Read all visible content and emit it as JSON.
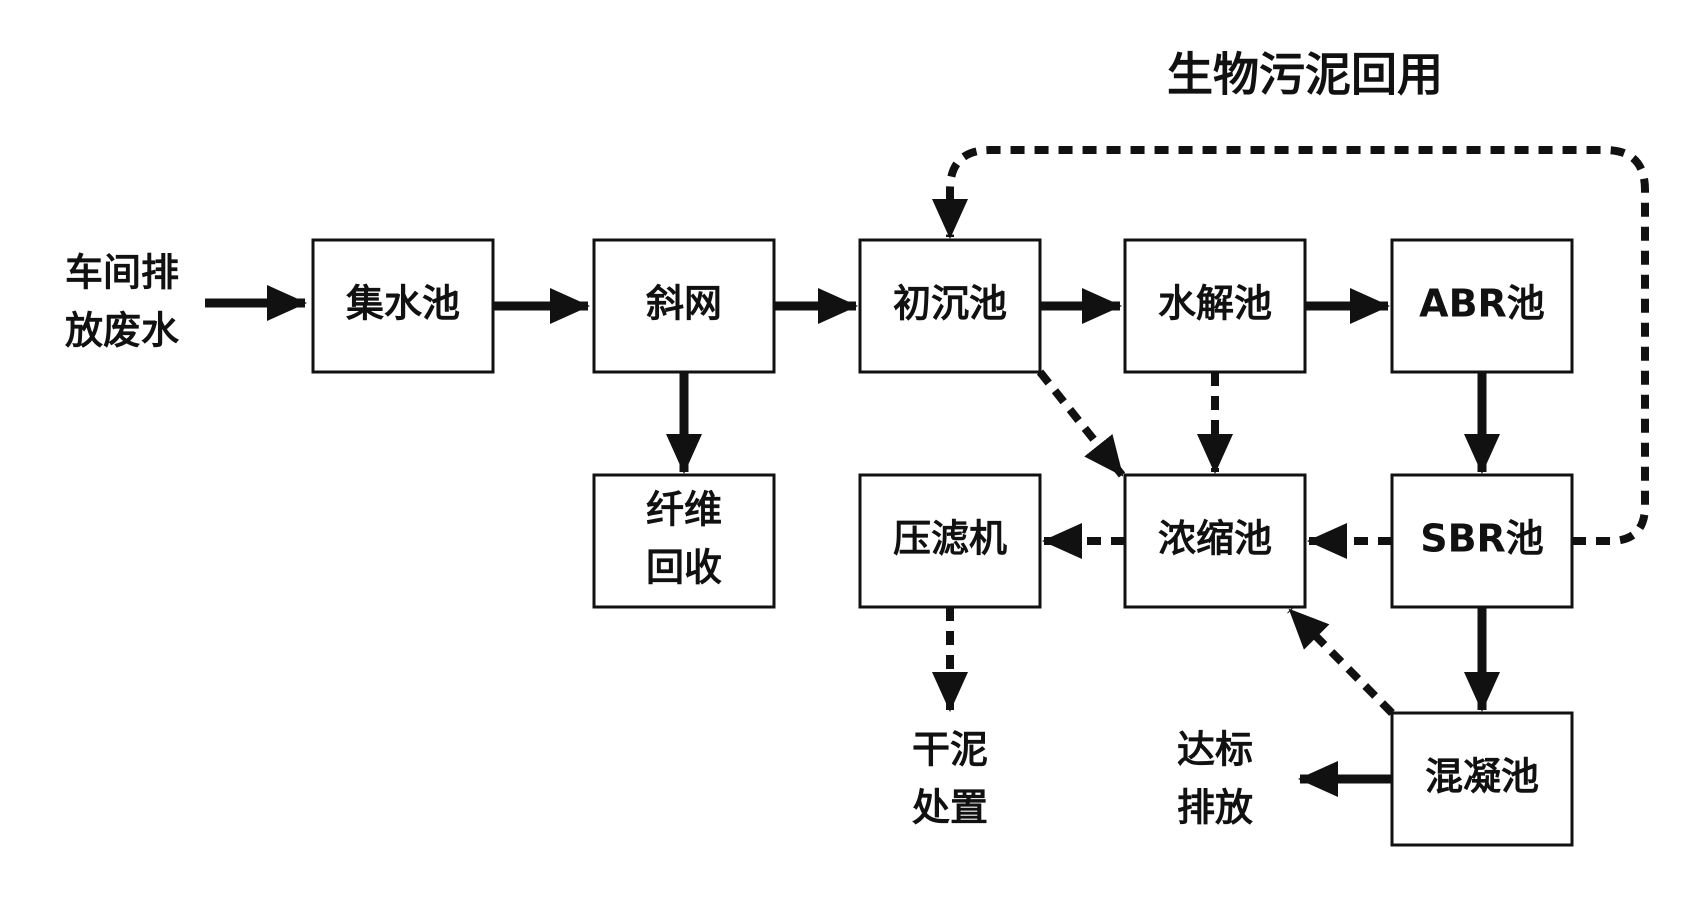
{
  "diagram": {
    "title": "生物污泥回用",
    "source": [
      "车间排",
      "放废水"
    ],
    "nodes": {
      "collection_tank": "集水池",
      "inclined_screen": "斜网",
      "primary_settling": "初沉池",
      "hydrolysis_tank": "水解池",
      "abr_tank": "ABR池",
      "fiber_recovery": [
        "纤维",
        "回收"
      ],
      "filter_press": "压滤机",
      "thickener": "浓缩池",
      "sbr_tank": "SBR池",
      "coagulation_tank": "混凝池"
    },
    "outputs": {
      "dry_sludge": [
        "干泥",
        "处置"
      ],
      "discharge": [
        "达标",
        "排放"
      ]
    },
    "flows": [
      {
        "from": "source",
        "to": "collection_tank",
        "style": "solid"
      },
      {
        "from": "collection_tank",
        "to": "inclined_screen",
        "style": "solid"
      },
      {
        "from": "inclined_screen",
        "to": "primary_settling",
        "style": "solid"
      },
      {
        "from": "primary_settling",
        "to": "hydrolysis_tank",
        "style": "solid"
      },
      {
        "from": "hydrolysis_tank",
        "to": "abr_tank",
        "style": "solid"
      },
      {
        "from": "inclined_screen",
        "to": "fiber_recovery",
        "style": "solid"
      },
      {
        "from": "abr_tank",
        "to": "sbr_tank",
        "style": "solid"
      },
      {
        "from": "sbr_tank",
        "to": "coagulation_tank",
        "style": "solid"
      },
      {
        "from": "coagulation_tank",
        "to": "discharge",
        "style": "solid"
      },
      {
        "from": "primary_settling",
        "to": "thickener",
        "style": "dashed"
      },
      {
        "from": "hydrolysis_tank",
        "to": "thickener",
        "style": "dashed"
      },
      {
        "from": "sbr_tank",
        "to": "thickener",
        "style": "dashed"
      },
      {
        "from": "thickener",
        "to": "filter_press",
        "style": "dashed"
      },
      {
        "from": "filter_press",
        "to": "dry_sludge",
        "style": "dashed"
      },
      {
        "from": "coagulation_tank",
        "to": "thickener",
        "style": "dashed"
      },
      {
        "from": "sbr_tank",
        "to": "primary_settling",
        "style": "dashed"
      }
    ]
  }
}
